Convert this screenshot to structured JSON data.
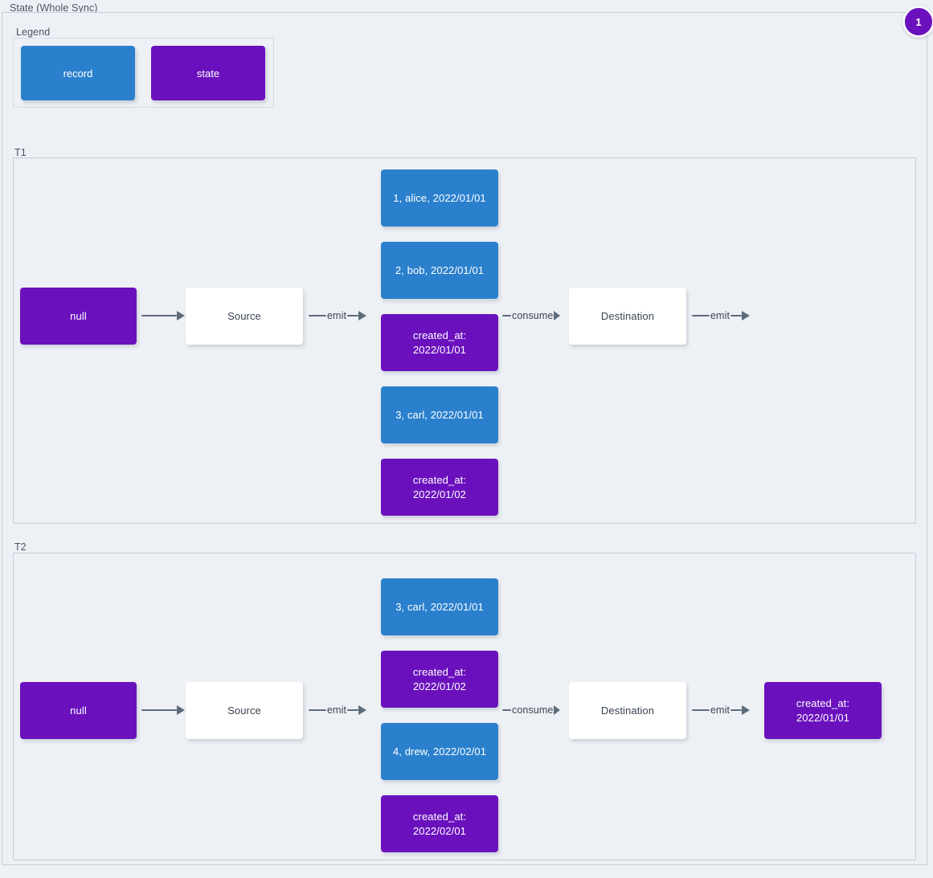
{
  "diagram": {
    "title": "State (Whole Sync)",
    "badge": "1",
    "colors": {
      "record": "#2a80cc",
      "state": "#6a11bd",
      "plain": "#ffffff",
      "background": "#edf0f5",
      "edge": "#5d6b7a",
      "frame_border": "#c3ced9"
    }
  },
  "legend": {
    "title": "Legend",
    "items": [
      {
        "label": "record",
        "kind": "record"
      },
      {
        "label": "state",
        "kind": "state"
      }
    ]
  },
  "sections": [
    {
      "title": "T1",
      "nodes": {
        "initial_state": "null",
        "source": "Source",
        "destination": "Destination",
        "final_state": ""
      },
      "edges": {
        "state_to_source": "",
        "source_emit": "emit",
        "destination_consume": "consume",
        "destination_emit": "emit"
      },
      "stream": [
        {
          "kind": "record",
          "label": "1, alice, 2022/01/01"
        },
        {
          "kind": "record",
          "label": "2, bob, 2022/01/01"
        },
        {
          "kind": "state",
          "label": "created_at:\n2022/01/01"
        },
        {
          "kind": "record",
          "label": "3, carl, 2022/01/01"
        },
        {
          "kind": "state",
          "label": "created_at:\n2022/01/02"
        }
      ]
    },
    {
      "title": "T2",
      "nodes": {
        "initial_state": "null",
        "source": "Source",
        "destination": "Destination",
        "final_state": "created_at:\n2022/01/01"
      },
      "edges": {
        "state_to_source": "",
        "source_emit": "emit",
        "destination_consume": "consume",
        "destination_emit": "emit"
      },
      "stream": [
        {
          "kind": "record",
          "label": "3, carl, 2022/01/01"
        },
        {
          "kind": "state",
          "label": "created_at:\n2022/01/02"
        },
        {
          "kind": "record",
          "label": "4, drew, 2022/02/01"
        },
        {
          "kind": "state",
          "label": "created_at:\n2022/02/01"
        }
      ]
    }
  ]
}
